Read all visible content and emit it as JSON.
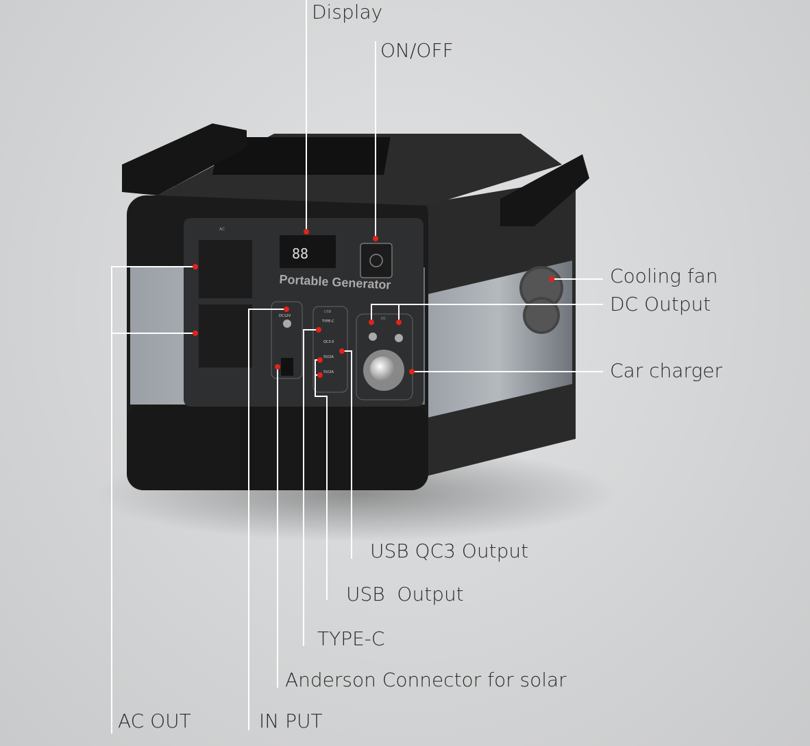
{
  "callouts": {
    "display": "Display",
    "on_off": "ON/OFF",
    "cooling_fan": "Cooling fan",
    "dc_output": "DC Output",
    "car_charger": "Car charger",
    "usb_qc3_output": "USB QC3 Output",
    "usb_output": "USB  Output",
    "type_c": "TYPE-C",
    "anderson": "Anderson Connector for solar",
    "input": "IN PUT",
    "ac_out": "AC OUT"
  },
  "device": {
    "brand_text": "Portable Generator",
    "display_digits": "88",
    "ac_tag": "AC",
    "usb_tag": "USB",
    "dc_tag": "DC",
    "input_port": "DC12V",
    "type_c_port": "TYPE-C",
    "qc_port": "QC3.0",
    "usb_port_1": "5V/2A",
    "usb_port_2": "5V/2A"
  },
  "colors": {
    "callout_dot": "#e2231a",
    "callout_line": "#ffffff",
    "device_body": "#1c1c1c",
    "device_shell": "#8d9298"
  }
}
